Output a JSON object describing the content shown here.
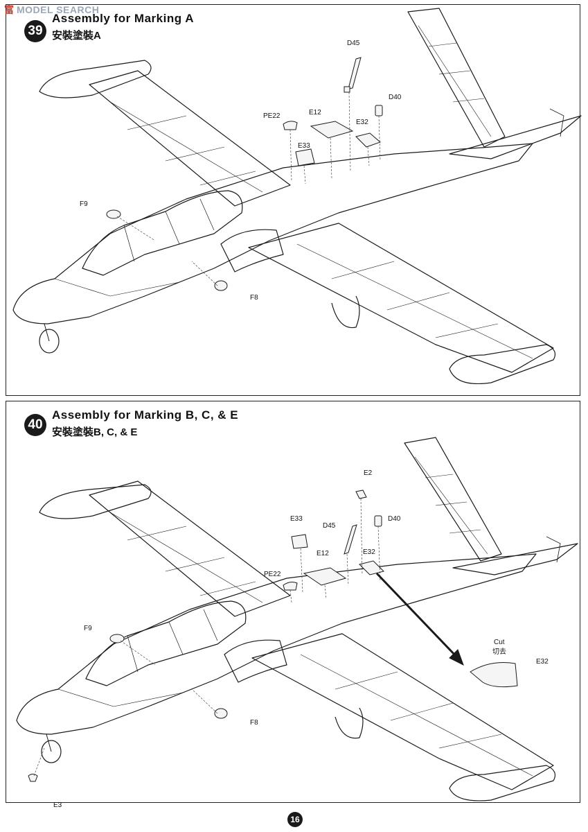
{
  "watermark": {
    "logo_text": "富",
    "text": "MODEL SEARCH"
  },
  "step_a": {
    "number": "39",
    "title_en": "Assembly for Marking A",
    "title_cn": "安裝塗裝A",
    "parts": {
      "d45": "D45",
      "d40": "D40",
      "pe22": "PE22",
      "e12": "E12",
      "e32": "E32",
      "e33": "E33",
      "f9": "F9",
      "f8": "F8"
    }
  },
  "step_b": {
    "number": "40",
    "title_en": "Assembly for Marking B, C, & E",
    "title_cn": "安裝塗裝B, C, & E",
    "parts": {
      "e2": "E2",
      "d40": "D40",
      "e33": "E33",
      "d45": "D45",
      "e32": "E32",
      "e12": "E12",
      "pe22": "PE22",
      "f9": "F9",
      "f8": "F8",
      "e3": "E3",
      "cut_en": "Cut",
      "cut_cn": "切去",
      "e32_detail": "E32"
    }
  },
  "page_number": "16"
}
